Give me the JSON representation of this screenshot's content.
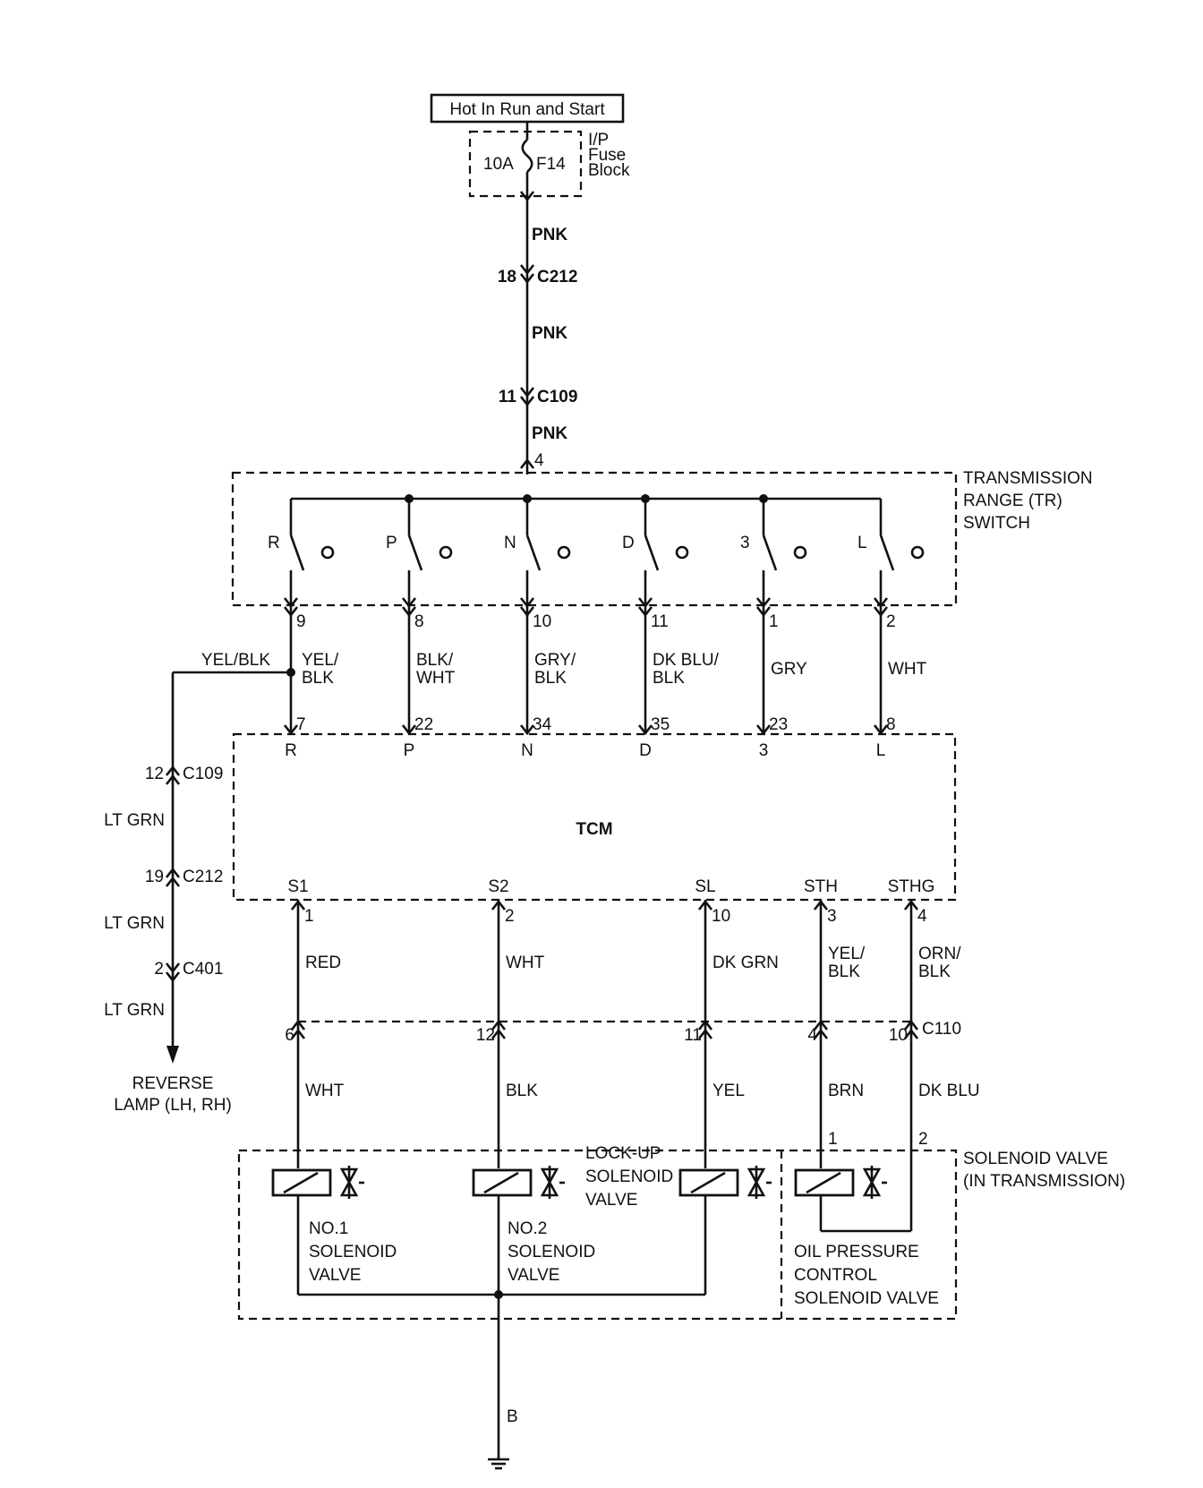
{
  "power": {
    "source": "Hot In Run and Start",
    "fuse_rating": "10A",
    "fuse_id": "F14",
    "fuse_block": [
      "I/P",
      "Fuse",
      "Block"
    ]
  },
  "feed": {
    "wire_1": "PNK",
    "c212_pin": "18",
    "c212": "C212",
    "wire_2": "PNK",
    "c109_pin": "11",
    "c109": "C109",
    "wire_3": "PNK",
    "tr_pin": "4"
  },
  "tr_switch": {
    "label": [
      "TRANSMISSION",
      "RANGE (TR)",
      "SWITCH"
    ],
    "positions": [
      {
        "name": "R",
        "pin": "9",
        "wire": [
          "YEL/",
          "BLK"
        ],
        "tcm_pin": "7",
        "tcm_name": "R"
      },
      {
        "name": "P",
        "pin": "8",
        "wire": [
          "BLK/",
          "WHT"
        ],
        "tcm_pin": "22",
        "tcm_name": "P"
      },
      {
        "name": "N",
        "pin": "10",
        "wire": [
          "GRY/",
          "BLK"
        ],
        "tcm_pin": "34",
        "tcm_name": "N"
      },
      {
        "name": "D",
        "pin": "11",
        "wire": [
          "DK BLU/",
          "BLK"
        ],
        "tcm_pin": "35",
        "tcm_name": "D"
      },
      {
        "name": "3",
        "pin": "1",
        "wire": [
          "GRY"
        ],
        "tcm_pin": "23",
        "tcm_name": "3"
      },
      {
        "name": "L",
        "pin": "2",
        "wire": [
          "WHT"
        ],
        "tcm_pin": "8",
        "tcm_name": "L"
      }
    ]
  },
  "reverse": {
    "splice_wire": "YEL/BLK",
    "connectors": [
      {
        "pin": "12",
        "name": "C109"
      },
      {
        "pin": "19",
        "name": "C212"
      },
      {
        "pin": "2",
        "name": "C401"
      }
    ],
    "wires": [
      "LT GRN",
      "LT GRN",
      "LT GRN"
    ],
    "load": [
      "REVERSE",
      "LAMP (LH, RH)"
    ]
  },
  "tcm": {
    "label": "TCM",
    "outputs": [
      {
        "name": "S1",
        "pin": "1",
        "wire": [
          "RED"
        ],
        "c110_pin": "6",
        "lower_wire": "WHT"
      },
      {
        "name": "S2",
        "pin": "2",
        "wire": [
          "WHT"
        ],
        "c110_pin": "12",
        "lower_wire": "BLK"
      },
      {
        "name": "SL",
        "pin": "10",
        "wire": [
          "DK GRN"
        ],
        "c110_pin": "11",
        "lower_wire": "YEL"
      },
      {
        "name": "STH",
        "pin": "3",
        "wire": [
          "YEL/",
          "BLK"
        ],
        "c110_pin": "4",
        "lower_wire": "BRN"
      },
      {
        "name": "STHG",
        "pin": "4",
        "wire": [
          "ORN/",
          "BLK"
        ],
        "c110_pin": "10",
        "lower_wire": "DK BLU"
      }
    ]
  },
  "c110": "C110",
  "solenoids": {
    "assembly_label": [
      "SOLENOID VALVE",
      "(IN TRANSMISSION)"
    ],
    "no1": [
      "NO.1",
      "SOLENOID",
      "VALVE"
    ],
    "no2": [
      "NO.2",
      "SOLENOID",
      "VALVE"
    ],
    "lockup": [
      "LOCK-UP",
      "SOLENOID",
      "VALVE"
    ],
    "oil_pressure": [
      "OIL PRESSURE",
      "CONTROL",
      "SOLENOID VALVE"
    ],
    "oil_pins": [
      "1",
      "2"
    ]
  },
  "ground": "B"
}
